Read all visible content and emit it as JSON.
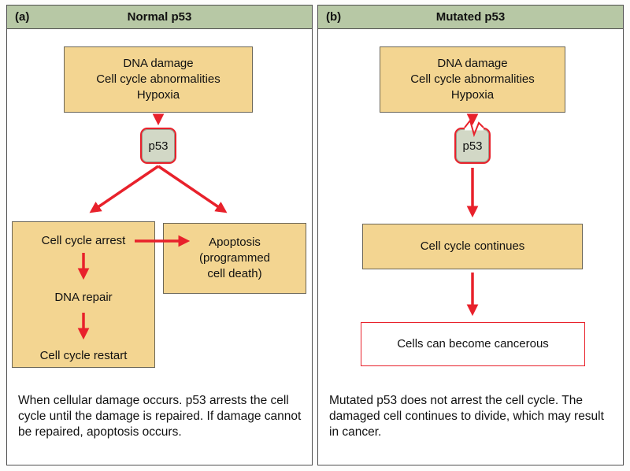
{
  "colors": {
    "header_bg": "#b7c8a5",
    "box_tan": "#f3d591",
    "p53_fill": "#d2d8c6",
    "arrow_red": "#e8212b",
    "border_dark": "#4f4f4f"
  },
  "panel_a": {
    "label": "(a)",
    "title": "Normal p53",
    "trigger_box": "DNA damage\nCell cycle abnormalities\nHypoxia",
    "p53": "p53",
    "arrest_box": {
      "step1": "Cell cycle arrest",
      "step2": "DNA repair",
      "step3": "Cell cycle restart"
    },
    "apoptosis_box": "Apoptosis\n(programmed\ncell death)",
    "caption": "When cellular damage occurs. p53 arrests the cell cycle until the damage is repaired. If damage cannot be repaired, apoptosis occurs."
  },
  "panel_b": {
    "label": "(b)",
    "title": "Mutated p53",
    "trigger_box": "DNA damage\nCell cycle abnormalities\nHypoxia",
    "p53": "p53",
    "continue_box": "Cell cycle continues",
    "cancer_box": "Cells can become cancerous",
    "caption": "Mutated p53 does not arrest the cell cycle. The damaged cell continues to divide, which may result in cancer."
  }
}
